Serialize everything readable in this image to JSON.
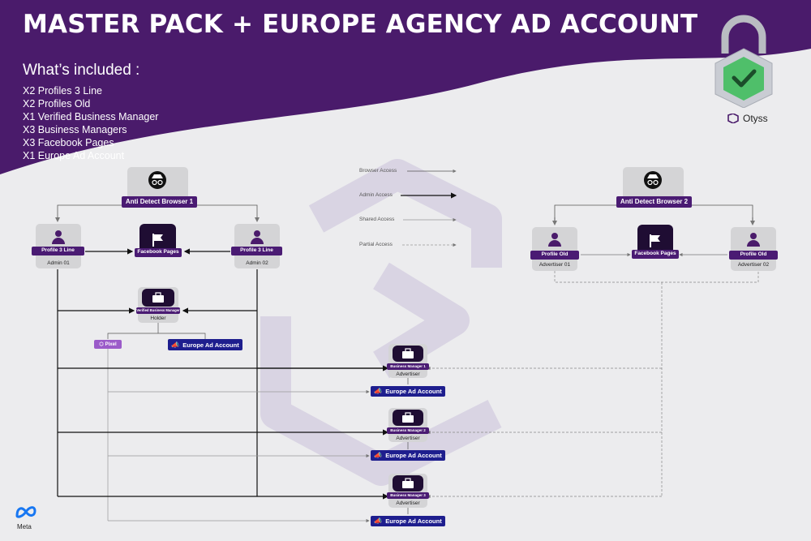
{
  "title": "MASTER PACK + EUROPE AGENCY AD ACCOUNT",
  "included": {
    "heading": "What’s included :",
    "items": [
      "X2 Profiles 3 Line",
      "X2 Profiles Old",
      "X1 Verified Business Manager",
      "X3 Business Managers",
      "X3 Facebook Pages",
      "X1 Europe Ad Account"
    ]
  },
  "brand": {
    "name": "Otyss",
    "icon": "otyss-logo-icon"
  },
  "meta_logo_label": "Meta",
  "legend": {
    "browser_access": "Browser Access",
    "admin_access": "Admin Access",
    "shared_access": "Shared Access",
    "partial_access": "Partial Access"
  },
  "left": {
    "browser": "Anti Detect Browser 1",
    "profile_a": {
      "label": "Profile 3 Line",
      "role": "Admin 01"
    },
    "profile_b": {
      "label": "Profile 3 Line",
      "role": "Admin 02"
    },
    "pages": "Facebook Pages",
    "verified_bm": {
      "label": "Verified Business Manager",
      "role": "Holder"
    },
    "pixel": "Pixel",
    "ad_account": "Europe Ad Account"
  },
  "right": {
    "browser": "Anti Detect Browser 2",
    "profile_a": {
      "label": "Profile Old",
      "role": "Advertiser 01"
    },
    "profile_b": {
      "label": "Profile Old",
      "role": "Advertiser 02"
    },
    "pages": "Facebook Pages"
  },
  "business_managers": [
    {
      "label": "Business Manager 1",
      "role": "Advertiser",
      "ad_account": "Europe Ad Account"
    },
    {
      "label": "Business Manager 2",
      "role": "Advertiser",
      "ad_account": "Europe Ad Account"
    },
    {
      "label": "Business Manager 3",
      "role": "Advertiser",
      "ad_account": "Europe Ad Account"
    }
  ],
  "colors": {
    "header": "#4a1b6b",
    "tag": "#4a1b73",
    "ad_account": "#1e1e8e",
    "pixel": "#9b5bc9",
    "background": "#ececee"
  }
}
